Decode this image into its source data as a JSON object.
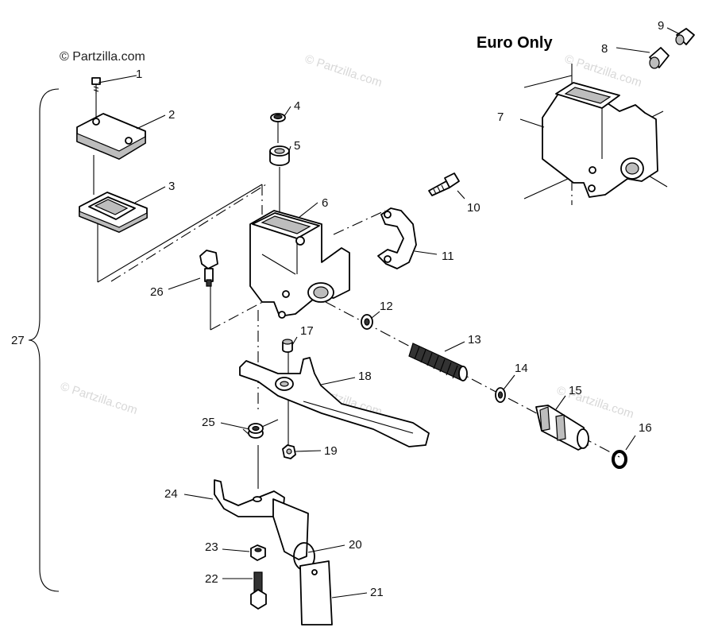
{
  "title": "Euro Only",
  "watermark": "© Partzilla.com",
  "callouts": [
    {
      "id": "c1",
      "label": "1"
    },
    {
      "id": "c2",
      "label": "2"
    },
    {
      "id": "c3",
      "label": "3"
    },
    {
      "id": "c4",
      "label": "4"
    },
    {
      "id": "c5",
      "label": "5"
    },
    {
      "id": "c6",
      "label": "6"
    },
    {
      "id": "c7",
      "label": "7"
    },
    {
      "id": "c8",
      "label": "8"
    },
    {
      "id": "c9",
      "label": "9"
    },
    {
      "id": "c10",
      "label": "10"
    },
    {
      "id": "c11",
      "label": "11"
    },
    {
      "id": "c12",
      "label": "12"
    },
    {
      "id": "c13",
      "label": "13"
    },
    {
      "id": "c14",
      "label": "14"
    },
    {
      "id": "c15",
      "label": "15"
    },
    {
      "id": "c16",
      "label": "16"
    },
    {
      "id": "c17",
      "label": "17"
    },
    {
      "id": "c18",
      "label": "18"
    },
    {
      "id": "c19",
      "label": "19"
    },
    {
      "id": "c20",
      "label": "20"
    },
    {
      "id": "c21",
      "label": "21"
    },
    {
      "id": "c22",
      "label": "22"
    },
    {
      "id": "c23",
      "label": "23"
    },
    {
      "id": "c24",
      "label": "24"
    },
    {
      "id": "c25",
      "label": "25"
    },
    {
      "id": "c26",
      "label": "26"
    },
    {
      "id": "c27",
      "label": "27"
    }
  ]
}
